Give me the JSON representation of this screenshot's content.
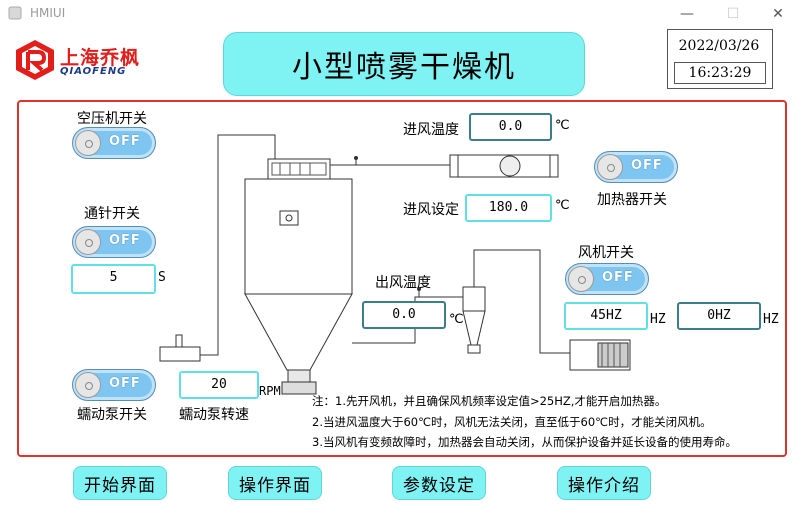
{
  "window": {
    "title": "HMIUI",
    "minimize": "—",
    "maximize": "☐",
    "close": "✕"
  },
  "logo": {
    "name": "上海乔枫",
    "sub": "QIAOFENG"
  },
  "header": {
    "title": "小型喷雾干燥机"
  },
  "datetime": {
    "date": "2022/03/26",
    "time": "16:23:29"
  },
  "controls": {
    "air_compressor": {
      "label": "空压机开关",
      "state": "OFF"
    },
    "needle": {
      "label": "通针开关",
      "state": "OFF",
      "value": "5",
      "unit": "S"
    },
    "peristaltic_pump": {
      "label": "蠕动泵开关",
      "state": "OFF"
    },
    "pump_speed": {
      "label": "蠕动泵转速",
      "value": "20",
      "unit": "RPM"
    },
    "heater": {
      "label": "加热器开关",
      "state": "OFF"
    },
    "fan": {
      "label": "风机开关",
      "state": "OFF",
      "set_value": "45HZ",
      "set_unit": "HZ",
      "actual_value": "0HZ",
      "actual_unit": "HZ"
    }
  },
  "readings": {
    "inlet_temp": {
      "label": "进风温度",
      "value": "0.0",
      "unit": "℃"
    },
    "inlet_setpoint": {
      "label": "进风设定",
      "value": "180.0",
      "unit": "℃"
    },
    "outlet_temp": {
      "label": "出风温度",
      "value": "0.0",
      "unit": "℃"
    }
  },
  "notes": [
    "注：1.先开风机，并且确保风机频率设定值>25HZ,才能开启加热器。",
    "2.当进风温度大于60℃时，风机无法关闭，直至低于60℃时，才能关闭风机。",
    "3.当风机有变频故障时，加热器会自动关闭，从而保护设备并延长设备的使用寿命。"
  ],
  "nav": [
    "开始界面",
    "操作界面",
    "参数设定",
    "操作介绍"
  ],
  "colors": {
    "accent": "#7ff2f4",
    "frame": "#e0322e",
    "toggle": "#7fc5f2",
    "box_border": "#5fe0e8",
    "logo_red": "#e31d1a",
    "logo_blue": "#1b3a8a"
  }
}
